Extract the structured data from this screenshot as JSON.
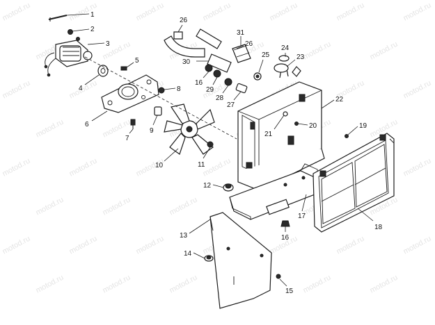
{
  "watermark": "motod.ru",
  "callouts": [
    {
      "id": "1",
      "label": "1"
    },
    {
      "id": "2",
      "label": "2"
    },
    {
      "id": "3",
      "label": "3"
    },
    {
      "id": "4",
      "label": "4"
    },
    {
      "id": "5",
      "label": "5"
    },
    {
      "id": "6",
      "label": "6"
    },
    {
      "id": "7",
      "label": "7"
    },
    {
      "id": "8",
      "label": "8"
    },
    {
      "id": "9",
      "label": "9"
    },
    {
      "id": "10",
      "label": "10"
    },
    {
      "id": "11",
      "label": "11"
    },
    {
      "id": "12",
      "label": "12"
    },
    {
      "id": "13",
      "label": "13"
    },
    {
      "id": "14",
      "label": "14"
    },
    {
      "id": "15",
      "label": "15"
    },
    {
      "id": "16a",
      "label": "16"
    },
    {
      "id": "16b",
      "label": "16"
    },
    {
      "id": "17",
      "label": "17"
    },
    {
      "id": "18",
      "label": "18"
    },
    {
      "id": "19",
      "label": "19"
    },
    {
      "id": "20",
      "label": "20"
    },
    {
      "id": "21",
      "label": "21"
    },
    {
      "id": "22",
      "label": "22"
    },
    {
      "id": "23",
      "label": "23"
    },
    {
      "id": "24",
      "label": "24"
    },
    {
      "id": "25",
      "label": "25"
    },
    {
      "id": "26a",
      "label": "26"
    },
    {
      "id": "26b",
      "label": "26"
    },
    {
      "id": "27",
      "label": "27"
    },
    {
      "id": "28",
      "label": "28"
    },
    {
      "id": "29",
      "label": "29"
    },
    {
      "id": "30",
      "label": "30"
    },
    {
      "id": "31",
      "label": "31"
    }
  ]
}
